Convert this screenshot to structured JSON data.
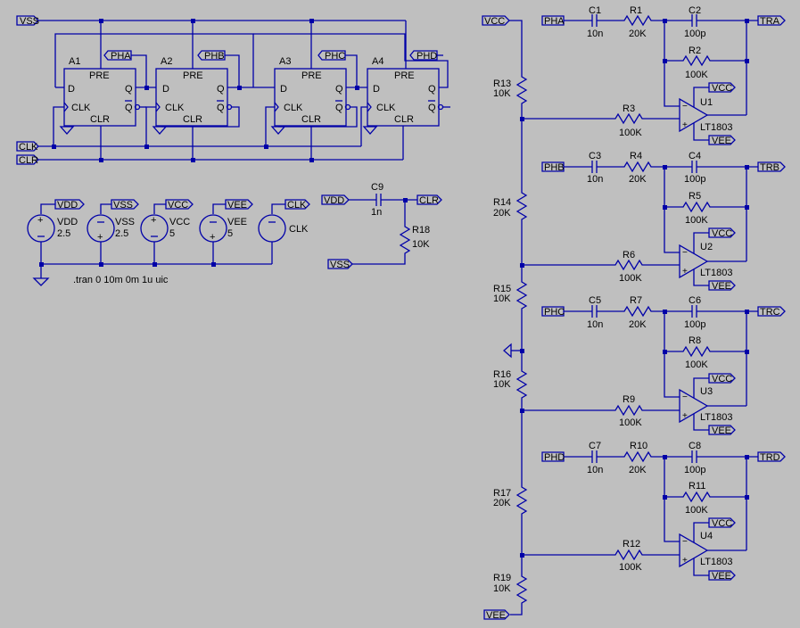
{
  "netlabels": {
    "vss_top": "VSS",
    "clk_left": "CLK",
    "clr_left": "CLR",
    "vcc_top": "VCC",
    "vee_bottom": "VEE",
    "pha": "PHA",
    "phb": "PHB",
    "phc": "PHC",
    "phd": "PHD",
    "pha_in": "PHA",
    "phb_in": "PHB",
    "phc_in": "PHC",
    "phd_in": "PHD",
    "tra": "TRA",
    "trb": "TRB",
    "trc": "TRC",
    "trd": "TRD",
    "vdd_src": "VDD",
    "vss_src": "VSS",
    "vcc_src": "VCC",
    "vee_src": "VEE",
    "clk_src": "CLK",
    "vdd_c9": "VDD",
    "clr_c9": "CLR",
    "vss_r18": "VSS",
    "u1_vcc": "VCC",
    "u1_vee": "VEE",
    "u2_vcc": "VCC",
    "u2_vee": "VEE",
    "u3_vcc": "VCC",
    "u3_vee": "VEE",
    "u4_vcc": "VCC",
    "u4_vee": "VEE"
  },
  "flipflops": [
    {
      "ref": "A1",
      "pre": "PRE",
      "clr": "CLR",
      "d": "D",
      "clk": "CLK",
      "q": "Q",
      "qb": "Q"
    },
    {
      "ref": "A2",
      "pre": "PRE",
      "clr": "CLR",
      "d": "D",
      "clk": "CLK",
      "q": "Q",
      "qb": "Q"
    },
    {
      "ref": "A3",
      "pre": "PRE",
      "clr": "CLR",
      "d": "D",
      "clk": "CLK",
      "q": "Q",
      "qb": "Q"
    },
    {
      "ref": "A4",
      "pre": "PRE",
      "clr": "CLR",
      "d": "D",
      "clk": "CLK",
      "q": "Q",
      "qb": "Q"
    }
  ],
  "sources": [
    {
      "ref": "VDD",
      "val": "2.5"
    },
    {
      "ref": "VSS",
      "val": "2.5"
    },
    {
      "ref": "VCC",
      "val": "5"
    },
    {
      "ref": "VEE",
      "val": "5"
    },
    {
      "ref": "CLK",
      "val": ""
    }
  ],
  "directive": ".tran 0 10m 0m 1u uic",
  "c9": {
    "ref": "C9",
    "val": "1n"
  },
  "r18": {
    "ref": "R18",
    "val": "10K"
  },
  "divider": [
    {
      "ref": "R13",
      "val": "10K"
    },
    {
      "ref": "R14",
      "val": "20K"
    },
    {
      "ref": "R15",
      "val": "10K"
    },
    {
      "ref": "R16",
      "val": "10K"
    },
    {
      "ref": "R17",
      "val": "20K"
    },
    {
      "ref": "R19",
      "val": "10K"
    }
  ],
  "stages": [
    {
      "cin": "C1",
      "cinv": "10n",
      "rin": "R1",
      "rinv": "20K",
      "cf": "C2",
      "cfv": "100p",
      "rf": "R2",
      "rfv": "100K",
      "rb": "R3",
      "rbv": "100K",
      "u": "U1",
      "part": "LT1803"
    },
    {
      "cin": "C3",
      "cinv": "10n",
      "rin": "R4",
      "rinv": "20K",
      "cf": "C4",
      "cfv": "100p",
      "rf": "R5",
      "rfv": "100K",
      "rb": "R6",
      "rbv": "100K",
      "u": "U2",
      "part": "LT1803"
    },
    {
      "cin": "C5",
      "cinv": "10n",
      "rin": "R7",
      "rinv": "20K",
      "cf": "C6",
      "cfv": "100p",
      "rf": "R8",
      "rfv": "100K",
      "rb": "R9",
      "rbv": "100K",
      "u": "U3",
      "part": "LT1803"
    },
    {
      "cin": "C7",
      "cinv": "10n",
      "rin": "R10",
      "rinv": "20K",
      "cf": "C8",
      "cfv": "100p",
      "rf": "R11",
      "rfv": "100K",
      "rb": "R12",
      "rbv": "100K",
      "u": "U4",
      "part": "LT1803"
    }
  ]
}
